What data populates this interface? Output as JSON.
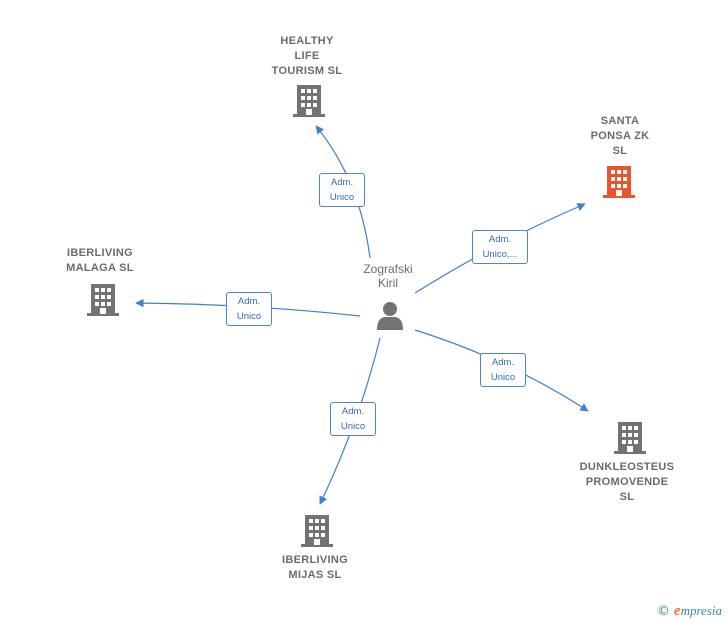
{
  "person": {
    "name": "Zografski\nKiril"
  },
  "companies": {
    "healthy_life": {
      "name": "HEALTHY\nLIFE\nTOURISM  SL"
    },
    "santa_ponsa": {
      "name": "SANTA\nPONSA ZK\nSL"
    },
    "iberliving_malaga": {
      "name": "IBERLIVING\nMALAGA  SL"
    },
    "dunkleosteus": {
      "name": "DUNKLEOSTEUS\nPROMOVENDE\nSL"
    },
    "iberliving_mijas": {
      "name": "IBERLIVING\nMIJAS  SL"
    }
  },
  "edges": {
    "healthy_life": "Adm.\nUnico",
    "santa_ponsa": "Adm.\nUnico,...",
    "iberliving_malaga": "Adm.\nUnico",
    "dunkleosteus": "Adm.\nUnico",
    "iberliving_mijas": "Adm.\nUnico"
  },
  "colors": {
    "edge": "#3f7fd0",
    "building": "#737373",
    "building_focus": "#e8552f",
    "person_icon": "#737373"
  },
  "icons": {
    "company": "building-icon",
    "person": "person-icon"
  },
  "brand": {
    "copyright": "©",
    "initial": "e",
    "rest": "mpresia"
  }
}
